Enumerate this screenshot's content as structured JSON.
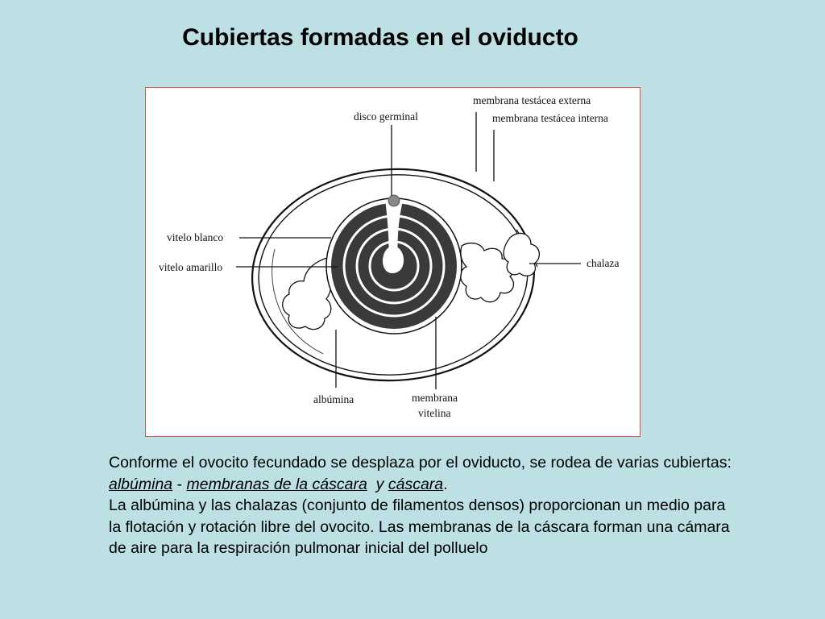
{
  "slide": {
    "title": "Cubiertas formadas en el oviducto"
  },
  "diagram": {
    "labels": {
      "disco_germinal": "disco germinal",
      "membrana_externa": "membrana testácea externa",
      "membrana_interna": "membrana testácea interna",
      "vitelo_blanco": "vitelo blanco",
      "vitelo_amarillo": "vitelo amarillo",
      "chalaza": "chalaza",
      "albumina": "albúmina",
      "membrana_vitelina_1": "membrana",
      "membrana_vitelina_2": "vitelina"
    }
  },
  "text": {
    "p1_a": "Conforme el ovocito fecundado se desplaza por el oviducto, se rodea de varias cubiertas: ",
    "p1_albumina": "albúmina",
    "p1_sep1": " - ",
    "p1_membranas": "membranas de la cáscara",
    "p1_sep2": "  y ",
    "p1_cascara": "cáscara",
    "p1_end": ".",
    "p2": "La albúmina y las chalazas (conjunto de filamentos densos) proporcionan un medio para la flotación y rotación libre del ovocito. Las membranas de la cáscara forman una cámara de aire para la respiración pulmonar inicial del polluelo"
  }
}
